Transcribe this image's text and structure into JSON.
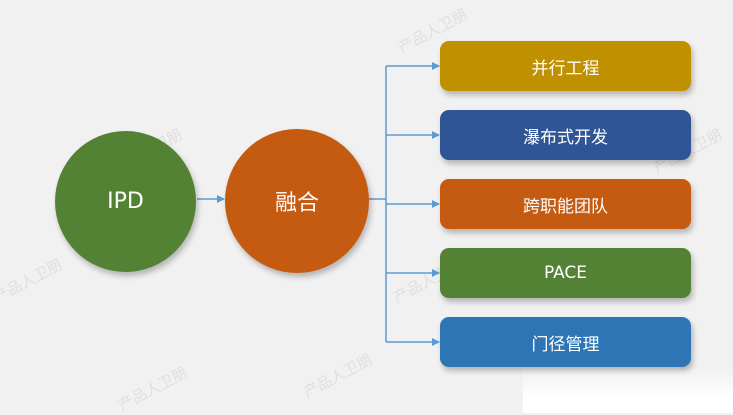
{
  "colors": {
    "background": "#f1f1f1",
    "connector": "#5b9bd5",
    "ipd": "#548235",
    "merge": "#c55a11"
  },
  "watermark": "产品人卫朋",
  "nodes": {
    "ipd": {
      "label": "IPD",
      "color": "#548235"
    },
    "merge": {
      "label": "融合",
      "color": "#c55a11"
    }
  },
  "targets": [
    {
      "label": "并行工程",
      "color": "#bf9000"
    },
    {
      "label": "瀑布式开发",
      "color": "#2f5597"
    },
    {
      "label": "跨职能团队",
      "color": "#c55a11"
    },
    {
      "label": "PACE",
      "color": "#548235"
    },
    {
      "label": "门径管理",
      "color": "#2e75b6"
    }
  ]
}
